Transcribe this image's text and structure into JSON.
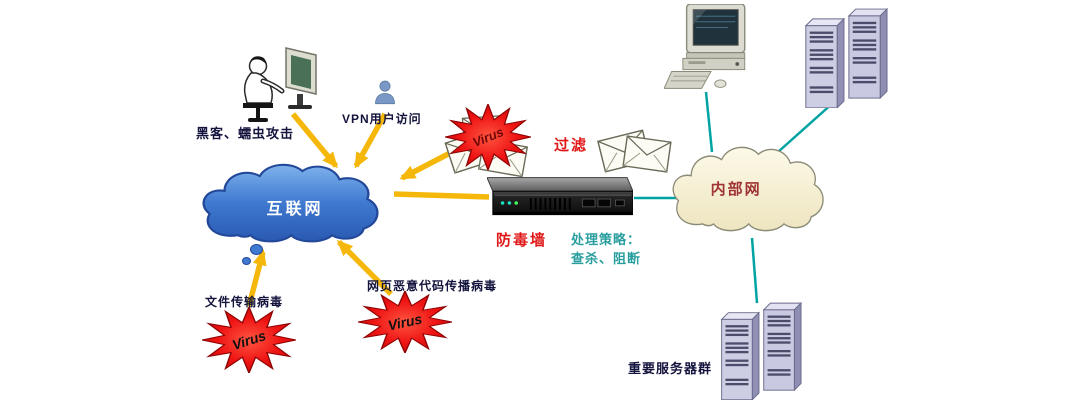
{
  "labels": {
    "hacker_attack": "黑客、蠕虫攻击",
    "vpn_access": "VPN用户访问",
    "internet": "互联网",
    "virus_mail": "Virus",
    "filter": "过滤",
    "firewall": "防毒墙",
    "policy_title": "处理策略：",
    "policy_actions": "查杀、阻断",
    "intranet": "内部网",
    "file_virus": "文件传输病毒",
    "file_virus_burst": "Virus",
    "web_virus": "网页恶意代码传播病毒",
    "web_virus_burst": "Virus",
    "server_group": "重要服务器群"
  },
  "colors": {
    "internet_cloud": "#3f79d0",
    "intranet_cloud": "#f5efd2",
    "arrow": "#f5b80a",
    "link_line": "#00a3a3",
    "virus_star": "#ee1414",
    "alert_text": "#e01818",
    "policy_text": "#2a9e9e",
    "label_text": "#14143e",
    "intranet_text": "#a03333"
  },
  "icons": {
    "hacker-workstation-icon": "person-at-monitor",
    "vpn-user-icon": "person-silhouette",
    "virus-burst-icon": "starburst",
    "mail-icon": "envelope",
    "firewall-appliance-icon": "rack-appliance",
    "desktop-computer-icon": "crt-computer",
    "server-rack-icon": "tower-servers",
    "internet-cloud-icon": "cloud",
    "intranet-cloud-icon": "cloud"
  }
}
